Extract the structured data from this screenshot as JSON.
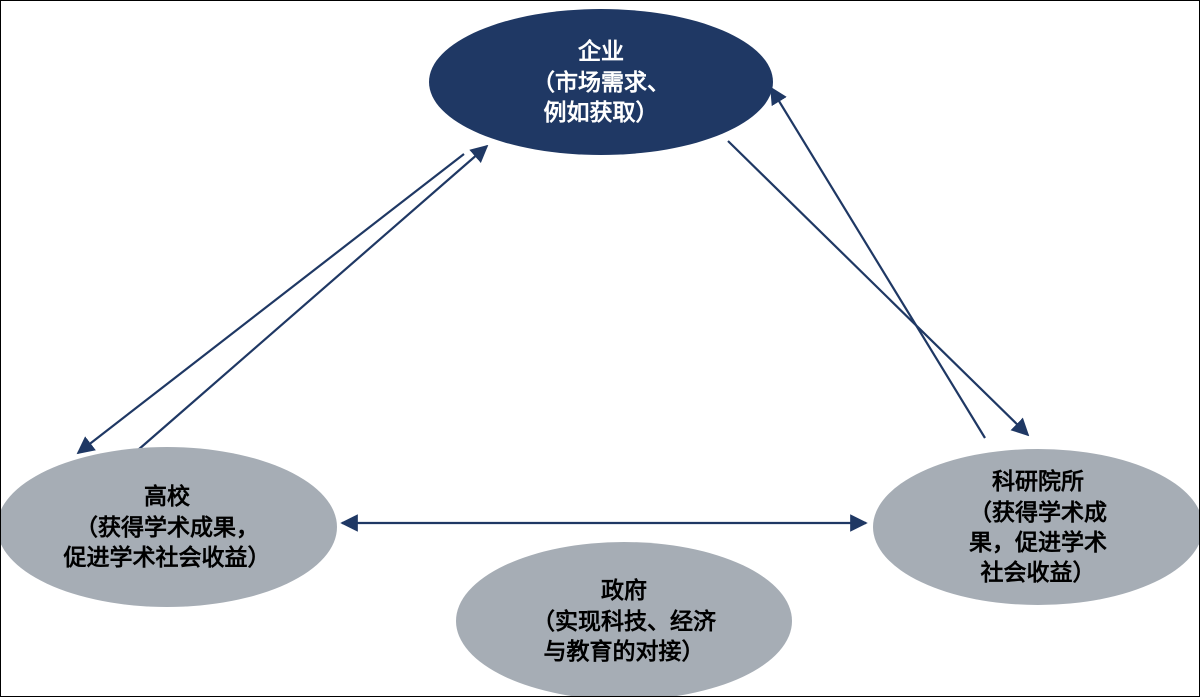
{
  "diagram": {
    "nodes": {
      "enterprise": {
        "label": "企业\n（市场需求、\n例如获取）",
        "fill": "#1F3864",
        "text_color": "#FFFFFF"
      },
      "university": {
        "label": "高校\n（获得学术成果，\n促进学术社会收益）",
        "fill": "#A6ADB5",
        "text_color": "#000000"
      },
      "research_institute": {
        "label": "科研院所\n（获得学术成\n果，促进学术\n社会收益）",
        "fill": "#A6ADB5",
        "text_color": "#000000"
      },
      "government": {
        "label": "政府\n（实现科技、经济\n与教育的对接）",
        "fill": "#A6ADB5",
        "text_color": "#000000"
      }
    },
    "edges": [
      {
        "from": "university",
        "to": "enterprise",
        "direction": "both",
        "style": "two-parallel-arrows"
      },
      {
        "from": "research_institute",
        "to": "enterprise",
        "direction": "both",
        "style": "two-parallel-arrows"
      },
      {
        "from": "university",
        "to": "research_institute",
        "direction": "both",
        "style": "double-headed-line"
      }
    ],
    "colors": {
      "arrow": "#1F3864",
      "background": "#FFFFFF"
    }
  }
}
